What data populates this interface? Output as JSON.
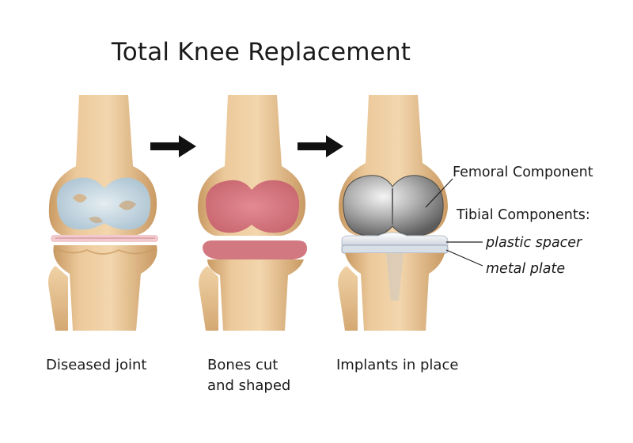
{
  "title": "Total Knee Replacement",
  "stages": [
    {
      "caption_line1": "Diseased joint",
      "caption_line2": ""
    },
    {
      "caption_line1": "Bones cut",
      "caption_line2": "and shaped"
    },
    {
      "caption_line1": "Implants in place",
      "caption_line2": ""
    }
  ],
  "labels": {
    "femoral": "Femoral Component",
    "tibial": "Tibial Components:",
    "spacer": "plastic spacer",
    "plate": "metal plate"
  },
  "colors": {
    "bone": "#e8c596",
    "bone_shadow": "#c99a63",
    "cartilage_diseased": "#c9dde9",
    "cut_surface": "#d97a84",
    "meniscus": "#f2c9cc",
    "implant_metal": "#9a9a9a",
    "plastic_spacer": "#eef1f6",
    "arrow": "#111111"
  },
  "icons": [
    "right-arrow-icon",
    "right-arrow-icon"
  ]
}
